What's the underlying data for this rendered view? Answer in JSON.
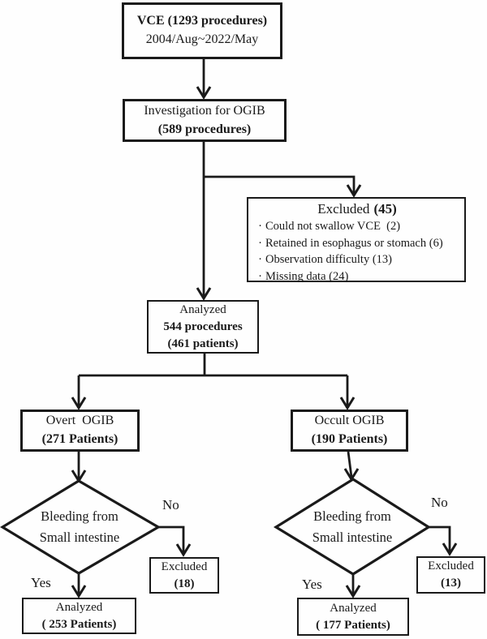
{
  "ink_color": "#1a1a1a",
  "flow": {
    "vce": {
      "title": "VCE (1293 procedures)",
      "subtitle": "2004/Aug~2022/May"
    },
    "investigation": {
      "line1": "Investigation for OGIB",
      "line2": "(589 procedures)"
    },
    "excluded_main": {
      "title": "Excluded",
      "count": "(45)",
      "bullet": "·",
      "items": [
        "Could not swallow VCE  (2)",
        "Retained in esophagus or stomach (6)",
        "Observation difficulty (13)",
        "Missing data (24)"
      ]
    },
    "analyzed_main": {
      "line1": "Analyzed",
      "line2": "544 procedures",
      "line3": "(461 patients)"
    },
    "overt": {
      "line1": "Overt  OGIB",
      "line2": "(271 Patients)"
    },
    "occult": {
      "line1": "Occult OGIB",
      "line2": "(190 Patients)"
    },
    "decision_left": {
      "line1": "Bleeding from",
      "line2": "Small intestine"
    },
    "decision_right": {
      "line1": "Bleeding from",
      "line2": "Small intestine"
    },
    "excluded_left": {
      "line1": "Excluded",
      "line2": "(18)"
    },
    "excluded_right": {
      "line1": "Excluded",
      "line2": "(13)"
    },
    "analyzed_left": {
      "line1": "Analyzed",
      "line2": "( 253 Patients)"
    },
    "analyzed_right": {
      "line1": "Analyzed",
      "line2": "( 177 Patients)"
    },
    "labels": {
      "no_left": "No",
      "yes_left": "Yes",
      "no_right": "No",
      "yes_right": "Yes"
    }
  }
}
